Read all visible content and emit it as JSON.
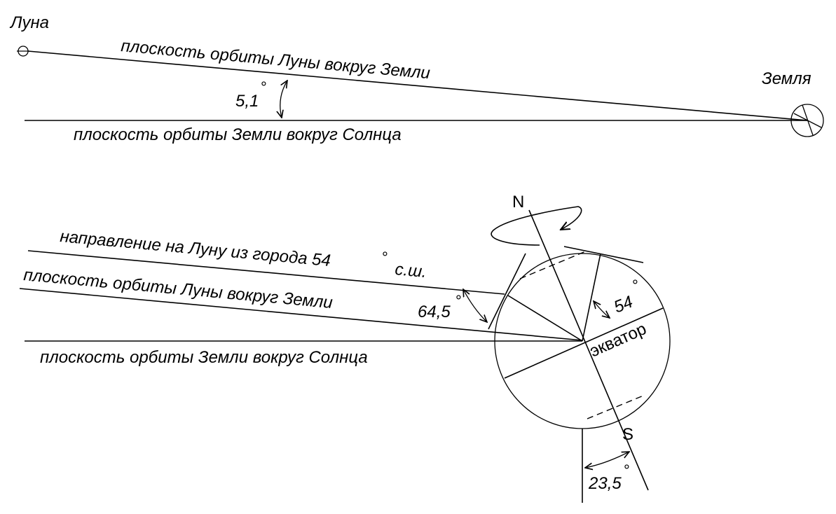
{
  "labels": {
    "moon": "Луна",
    "earth": "Земля",
    "moon_orbit_top": "плоскость орбиты Луны вокруг Земли",
    "earth_orbit_top": "плоскость орбиты Земли вокруг Солнца",
    "angle_top": "5,1",
    "direction_moon": "направление на Луну из города 54",
    "direction_moon_suffix": "с.ш.",
    "moon_orbit_bottom": "плоскость орбиты Луны вокруг Земли",
    "earth_orbit_bottom": "плоскость орбиты Земли вокруг Солнца",
    "angle_64": "64,5",
    "angle_54": "54",
    "equator": "экватор",
    "north": "N",
    "south": "S",
    "angle_23": "23,5",
    "degree_sign": "°"
  }
}
